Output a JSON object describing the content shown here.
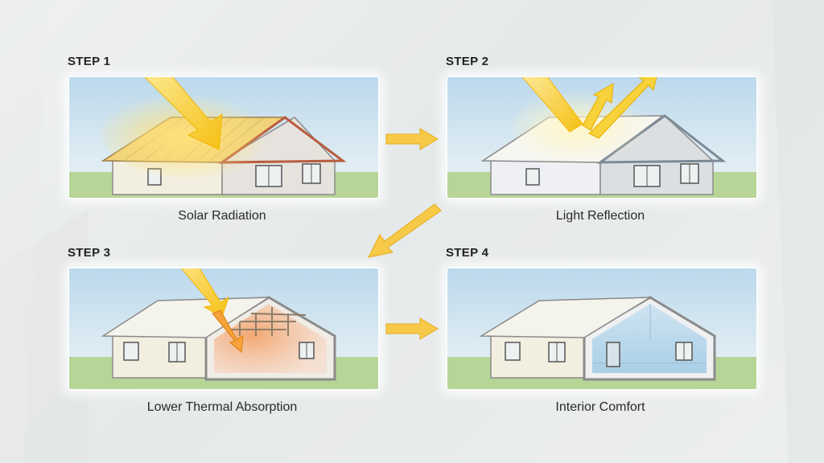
{
  "steps": [
    {
      "label": "STEP 1",
      "caption": "Solar Radiation"
    },
    {
      "label": "STEP 2",
      "caption": "Light Reflection"
    },
    {
      "label": "STEP 3",
      "caption": "Lower Thermal Absorption"
    },
    {
      "label": "STEP 4",
      "caption": "Interior Comfort"
    }
  ],
  "colors": {
    "sky": "#cfe3f0",
    "sun_arrow": "#f5c518",
    "flow_arrow": "#f7c948",
    "grass": "#b9d79a",
    "heat": "#f2a36b",
    "cool": "#bcdcef"
  }
}
